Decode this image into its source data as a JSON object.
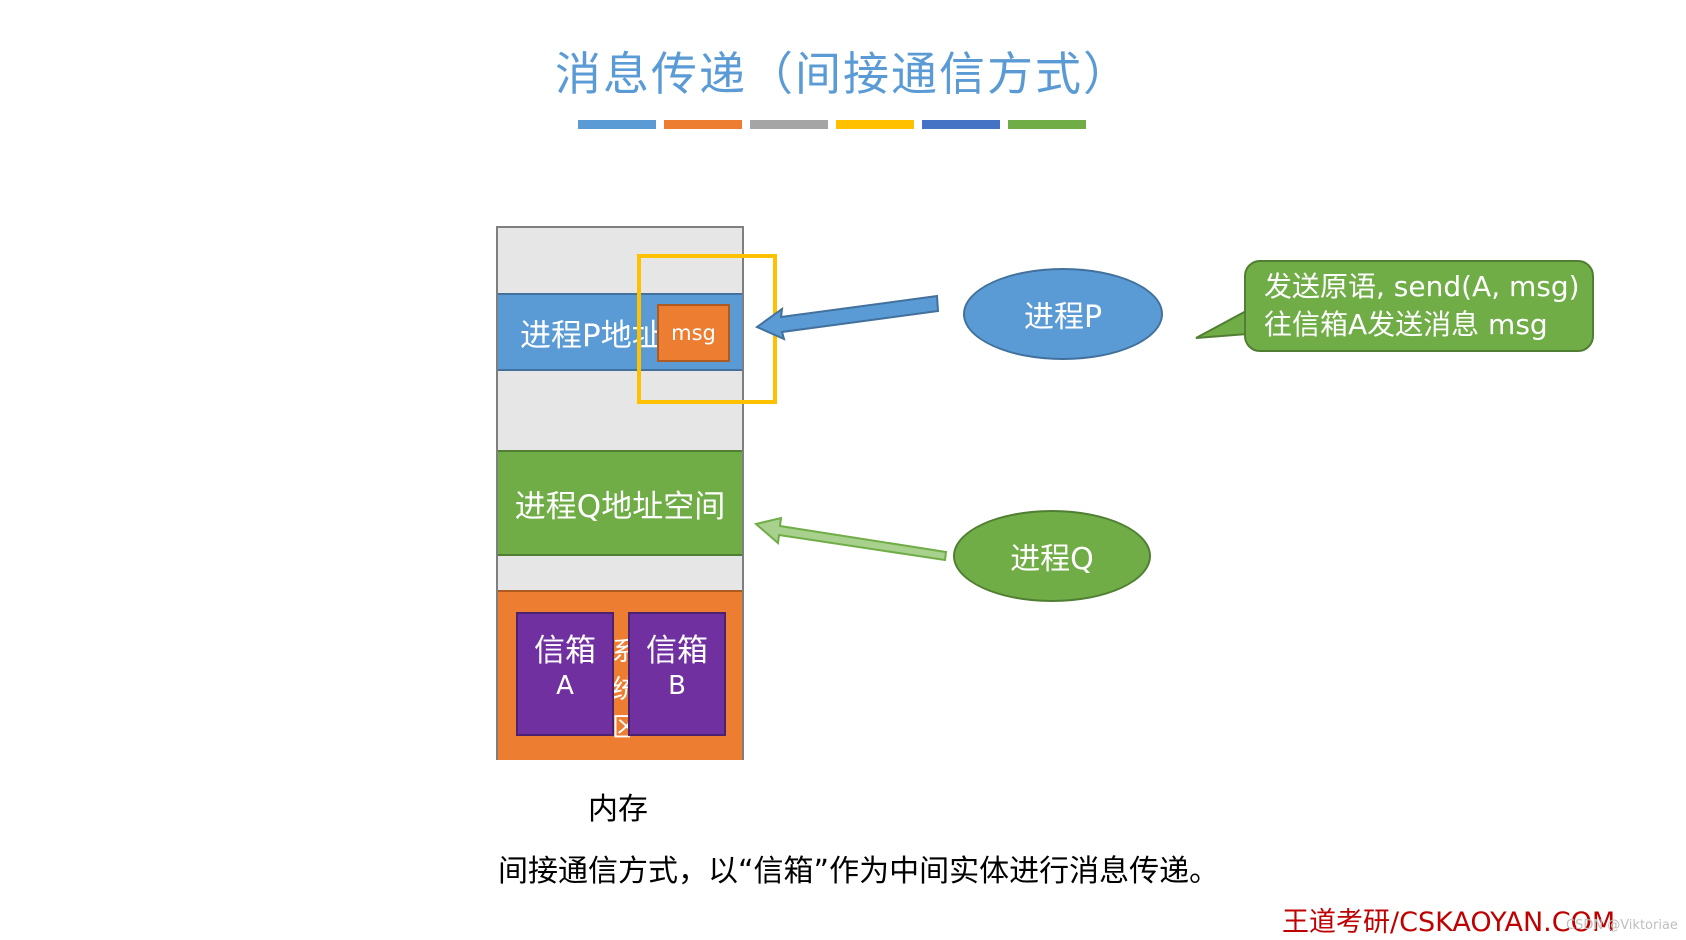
{
  "title": "消息传递（间接通信方式）",
  "title_stripes": [
    "#5b9bd5",
    "#ed7d31",
    "#a5a5a5",
    "#ffc000",
    "#4472c4",
    "#70ad47"
  ],
  "memory": {
    "label": "内存",
    "process_p_region": "进程P地址",
    "process_q_region": "进程Q地址空间",
    "system_region_partial": "系统区",
    "msg": "msg",
    "mailbox_a": {
      "line1": "信箱",
      "line2": "A"
    },
    "mailbox_b": {
      "line1": "信箱",
      "line2": "B"
    }
  },
  "processes": {
    "p": "进程P",
    "q": "进程Q"
  },
  "callout": {
    "line1": "发送原语, send(A, msg)",
    "line2": "往信箱A发送消息 msg"
  },
  "caption": "间接通信方式，以“信箱”作为中间实体进行消息传递。",
  "footer": "王道考研/CSKAOYAN.COM",
  "watermark": "CSDN @Viktoriae",
  "colors": {
    "blue": "#5b9bd5",
    "green": "#70ad47",
    "orange": "#ed7d31",
    "purple": "#7030a0",
    "yellow": "#ffc000",
    "red": "#c00000"
  }
}
